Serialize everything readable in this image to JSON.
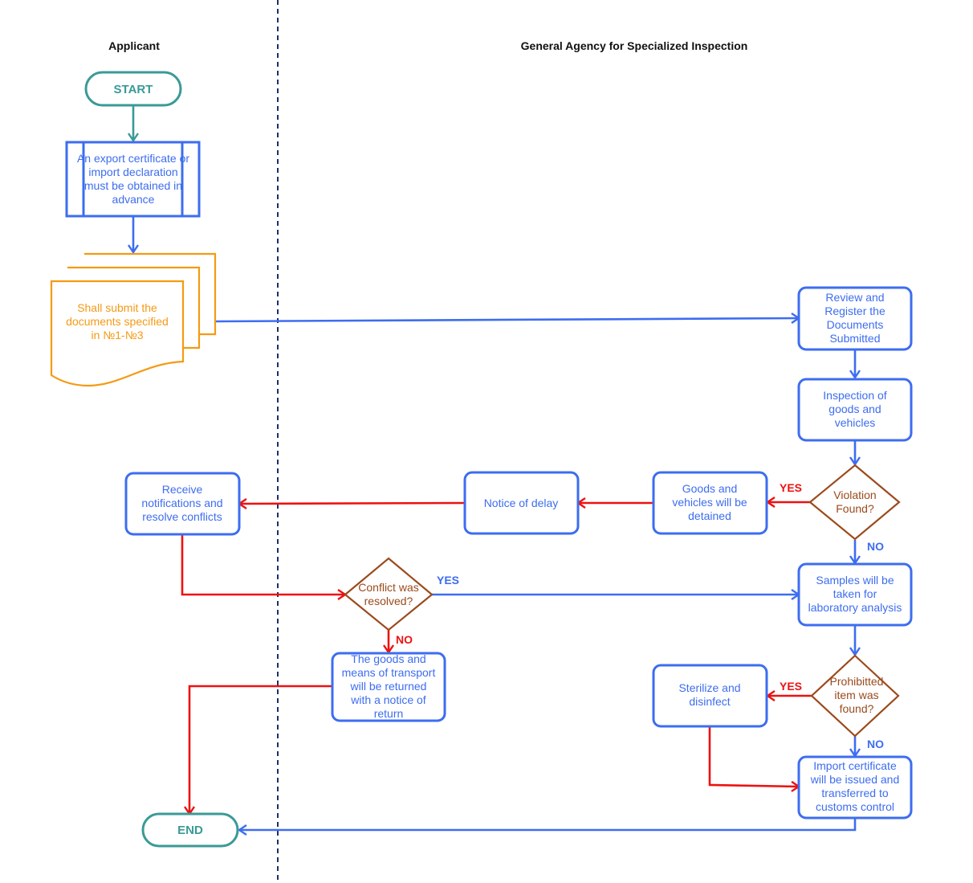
{
  "lanes": {
    "applicant": "Applicant",
    "agency": "General Agency for Specialized Inspection"
  },
  "terminators": {
    "start": "START",
    "end": "END"
  },
  "nodes": {
    "obtain_certificate": [
      "An export certificate or",
      "import declaration",
      "must be obtained in",
      "advance"
    ],
    "submit_documents": [
      "Shall submit the",
      "documents specified",
      "in №1-№3"
    ],
    "review_register": [
      "Review and",
      "Register the",
      "Documents",
      "Submitted"
    ],
    "inspection": [
      "Inspection of",
      "goods and",
      "vehicles"
    ],
    "violation_found": [
      "Violation",
      "Found?"
    ],
    "detained": [
      "Goods and",
      "vehicles will be",
      "detained"
    ],
    "notice_delay": [
      "Notice of delay"
    ],
    "receive_notifications": [
      "Receive",
      "notifications and",
      "resolve conflicts"
    ],
    "conflict_resolved": [
      "Conflict was",
      "resolved?"
    ],
    "returned": [
      "The goods and",
      "means of transport",
      "will be returned",
      "with a notice of",
      "return"
    ],
    "samples": [
      "Samples will be",
      "taken for",
      "laboratory analysis"
    ],
    "prohibited_found": [
      "Prohibitted",
      "item was",
      "found?"
    ],
    "sterilize": [
      "Sterilize and",
      "disinfect"
    ],
    "import_certificate": [
      "Import certificate",
      "will be issued and",
      "transferred to",
      "customs control"
    ]
  },
  "edge_labels": {
    "violation_yes": "YES",
    "violation_no": "NO",
    "conflict_yes": "YES",
    "conflict_no": "NO",
    "prohibited_yes": "YES",
    "prohibited_no": "NO"
  },
  "colors": {
    "process": "#3d6df0",
    "terminator": "#3a9a96",
    "document": "#f59a13",
    "decision": "#9b4a1c",
    "negative_flow": "#ee1111",
    "lane_divider": "#1c2f6e"
  }
}
